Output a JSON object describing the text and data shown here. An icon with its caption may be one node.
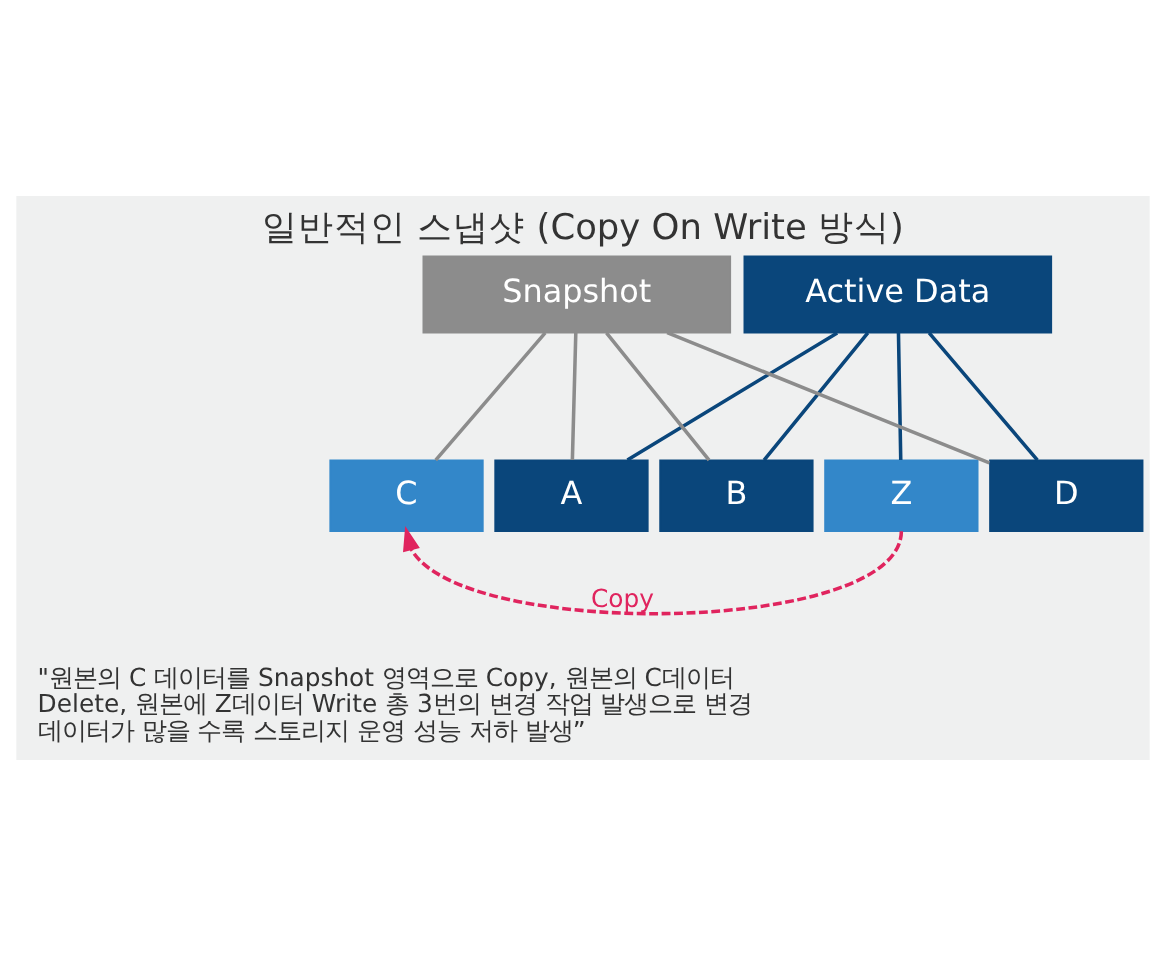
{
  "diagram": {
    "title": "일반적인 스냅샷 (Copy On Write 방식)",
    "nodes": [
      {
        "text": [
          "Active Data"
        ]
      },
      {
        "text": [
          "Snapshot"
        ]
      },
      {
        "text": [
          "A"
        ]
      },
      {
        "text": [
          "B"
        ]
      },
      {
        "text": [
          "Z"
        ]
      },
      {
        "text": [
          "D"
        ]
      },
      {
        "text": [
          "C"
        ]
      }
    ],
    "edges": [
      {
        "from": 0,
        "to": 2,
        "arrow": "none",
        "color": "#0a467b"
      },
      {
        "from": 0,
        "to": 3,
        "arrow": "none",
        "color": "#0a467b"
      },
      {
        "from": 0,
        "to": 4,
        "arrow": "none",
        "color": "#0a467b"
      },
      {
        "from": 0,
        "to": 5,
        "arrow": "none",
        "color": "#0a467b"
      },
      {
        "from": 1,
        "to": 2,
        "arrow": "none",
        "color": "#8c8c8c"
      },
      {
        "from": 1,
        "to": 3,
        "arrow": "none",
        "color": "#8c8c8c"
      },
      {
        "from": 1,
        "to": 5,
        "arrow": "none",
        "color": "#8c8c8c"
      },
      {
        "from": 1,
        "to": 6,
        "arrow": "none",
        "color": "#8c8c8c"
      },
      {
        "from": 4,
        "to": 6,
        "arrow": "to",
        "style": "dashed",
        "color": "#e0245e",
        "label": "Copy"
      }
    ],
    "labels": [
      "\"원본의 C 데이터를 Snapshot 영역으로 Copy, 원본의 C데이터 Delete, 원본에 Z데이터 Write 총 3번의 변경 작업 발생으로 변경 데이터가 많을 수록 스토리지 운영 성능 저하 발생”"
    ]
  }
}
